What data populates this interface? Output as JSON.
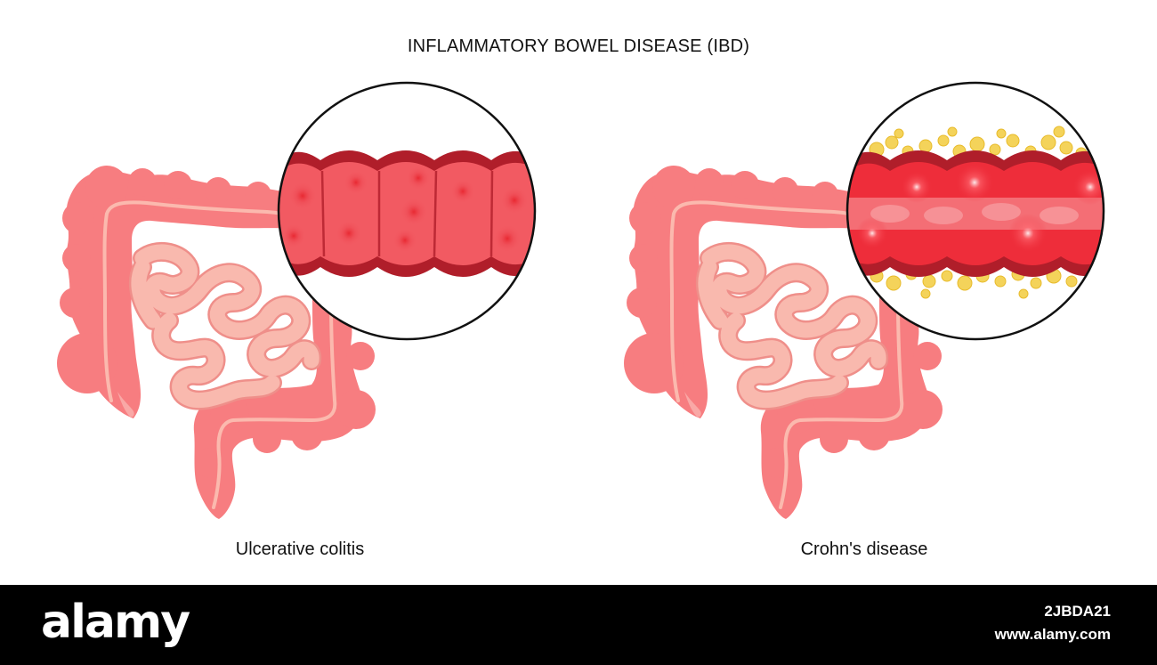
{
  "title": "INFLAMMATORY BOWEL DISEASE (IBD)",
  "panels": [
    {
      "caption": "Ulcerative colitis"
    },
    {
      "caption": "Crohn's disease"
    }
  ],
  "colors": {
    "colon": "#f77d80",
    "small_intestine": "#f9b9ae",
    "small_intestine_outline": "#ef8f8a",
    "inflamed_wall": "#b01e2a",
    "mucosa": "#f25a62",
    "crohns_inflamed": "#ee2d3a",
    "fat_deposits": "#f4d35a",
    "footer_bg": "#000000"
  },
  "footer": {
    "brand": "alamy",
    "image_id": "2JBDA21",
    "site": "www.alamy.com"
  }
}
